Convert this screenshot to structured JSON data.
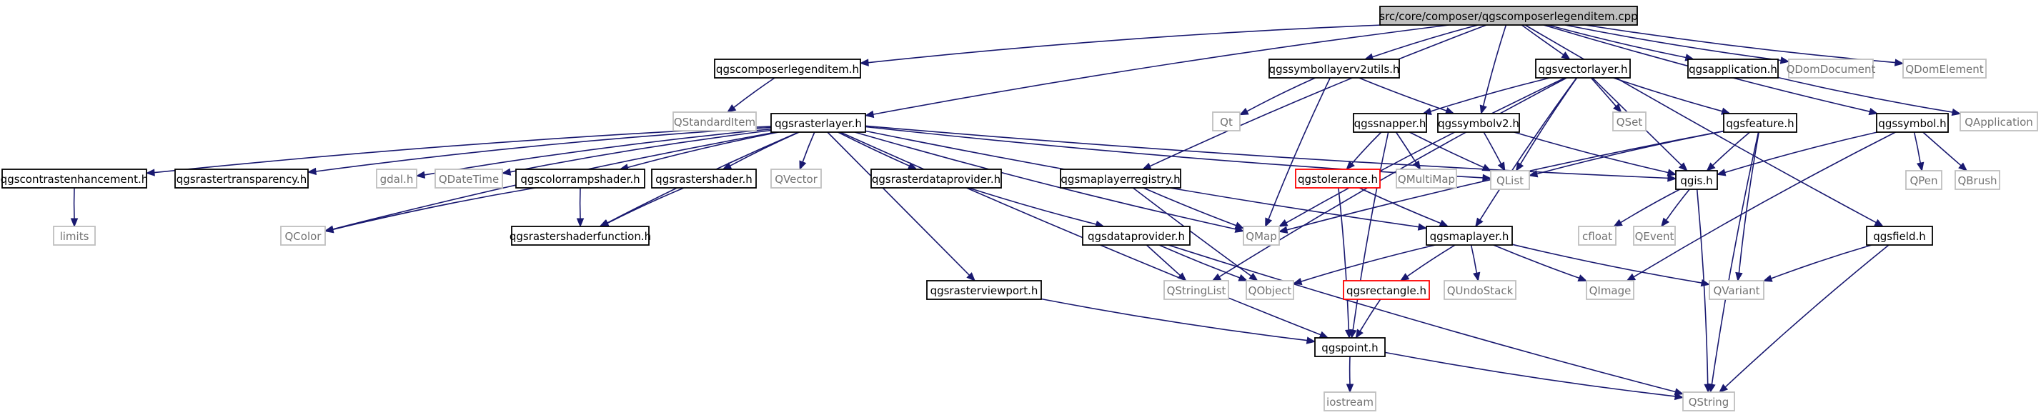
{
  "colors": {
    "edge": "#191970",
    "file_border": "#000000",
    "external_border": "#bfbfbf",
    "external_text": "#737373",
    "current_fill": "#bfbfbf",
    "broken_border": "#ff0000"
  },
  "nodes": [
    {
      "id": "root",
      "label": "src/core/composer/qgscomposerlegenditem.cpp",
      "kind": "current"
    },
    {
      "id": "qgscomposerlegenditem_h",
      "label": "qgscomposerlegenditem.h",
      "kind": "file"
    },
    {
      "id": "qgssymbollayerv2utils_h",
      "label": "qgssymbollayerv2utils.h",
      "kind": "file"
    },
    {
      "id": "qgsvectorlayer_h",
      "label": "qgsvectorlayer.h",
      "kind": "file"
    },
    {
      "id": "qgsapplication_h",
      "label": "qgsapplication.h",
      "kind": "file"
    },
    {
      "id": "QDomDocument",
      "label": "QDomDocument",
      "kind": "external"
    },
    {
      "id": "QDomElement",
      "label": "QDomElement",
      "kind": "external"
    },
    {
      "id": "QStandardItem",
      "label": "QStandardItem",
      "kind": "external"
    },
    {
      "id": "qgsrasterlayer_h",
      "label": "qgsrasterlayer.h",
      "kind": "file"
    },
    {
      "id": "Qt",
      "label": "Qt",
      "kind": "external"
    },
    {
      "id": "qgssnapper_h",
      "label": "qgssnapper.h",
      "kind": "file"
    },
    {
      "id": "qgssymbolv2_h",
      "label": "qgssymbolv2.h",
      "kind": "file"
    },
    {
      "id": "QSet",
      "label": "QSet",
      "kind": "external"
    },
    {
      "id": "qgsfeature_h",
      "label": "qgsfeature.h",
      "kind": "file"
    },
    {
      "id": "qgssymbol_h",
      "label": "qgssymbol.h",
      "kind": "file"
    },
    {
      "id": "QApplication",
      "label": "QApplication",
      "kind": "external"
    },
    {
      "id": "qgscontrastenhancement_h",
      "label": "qgscontrastenhancement.h",
      "kind": "file"
    },
    {
      "id": "qgsrastertransparency_h",
      "label": "qgsrastertransparency.h",
      "kind": "file"
    },
    {
      "id": "gdal_h",
      "label": "gdal.h",
      "kind": "external"
    },
    {
      "id": "QDateTime",
      "label": "QDateTime",
      "kind": "external"
    },
    {
      "id": "qgscolorrampshader_h",
      "label": "qgscolorrampshader.h",
      "kind": "file"
    },
    {
      "id": "qgsrastershader_h",
      "label": "qgsrastershader.h",
      "kind": "file"
    },
    {
      "id": "QVector",
      "label": "QVector",
      "kind": "external"
    },
    {
      "id": "qgsrasterdataprovider_h",
      "label": "qgsrasterdataprovider.h",
      "kind": "file"
    },
    {
      "id": "qgsmaplayerregistry_h",
      "label": "qgsmaplayerregistry.h",
      "kind": "file"
    },
    {
      "id": "qgstolerance_h",
      "label": "qgstolerance.h",
      "kind": "broken"
    },
    {
      "id": "QMultiMap",
      "label": "QMultiMap",
      "kind": "external"
    },
    {
      "id": "QList",
      "label": "QList",
      "kind": "external"
    },
    {
      "id": "qgis_h",
      "label": "qgis.h",
      "kind": "file"
    },
    {
      "id": "QPen",
      "label": "QPen",
      "kind": "external"
    },
    {
      "id": "QBrush",
      "label": "QBrush",
      "kind": "external"
    },
    {
      "id": "limits",
      "label": "limits",
      "kind": "external"
    },
    {
      "id": "QColor",
      "label": "QColor",
      "kind": "external"
    },
    {
      "id": "qgsrastershaderfunction_h",
      "label": "qgsrastershaderfunction.h",
      "kind": "file"
    },
    {
      "id": "QMap",
      "label": "QMap",
      "kind": "external"
    },
    {
      "id": "qgsdataprovider_h",
      "label": "qgsdataprovider.h",
      "kind": "file"
    },
    {
      "id": "qgsmaplayer_h",
      "label": "qgsmaplayer.h",
      "kind": "file"
    },
    {
      "id": "cfloat",
      "label": "cfloat",
      "kind": "external"
    },
    {
      "id": "QEvent",
      "label": "QEvent",
      "kind": "external"
    },
    {
      "id": "qgsfield_h",
      "label": "qgsfield.h",
      "kind": "file"
    },
    {
      "id": "QStringList",
      "label": "QStringList",
      "kind": "external"
    },
    {
      "id": "QObject",
      "label": "QObject",
      "kind": "external"
    },
    {
      "id": "qgsrectangle_h",
      "label": "qgsrectangle.h",
      "kind": "broken"
    },
    {
      "id": "QUndoStack",
      "label": "QUndoStack",
      "kind": "external"
    },
    {
      "id": "QImage",
      "label": "QImage",
      "kind": "external"
    },
    {
      "id": "QVariant",
      "label": "QVariant",
      "kind": "external"
    },
    {
      "id": "qgsrasterviewport_h",
      "label": "qgsrasterviewport.h",
      "kind": "file"
    },
    {
      "id": "qgspoint_h",
      "label": "qgspoint.h",
      "kind": "file"
    },
    {
      "id": "iostream",
      "label": "iostream",
      "kind": "external"
    },
    {
      "id": "QString",
      "label": "QString",
      "kind": "external"
    }
  ],
  "edges": [
    [
      "root",
      "qgscomposerlegenditem_h"
    ],
    [
      "root",
      "qgssymbollayerv2utils_h"
    ],
    [
      "root",
      "qgsvectorlayer_h"
    ],
    [
      "root",
      "qgsapplication_h"
    ],
    [
      "root",
      "QDomDocument"
    ],
    [
      "root",
      "QDomElement"
    ],
    [
      "root",
      "qgsrasterlayer_h"
    ],
    [
      "root",
      "qgsmaplayerregistry_h"
    ],
    [
      "root",
      "qgssymbolv2_h"
    ],
    [
      "root",
      "qgssymbol_h"
    ],
    [
      "root",
      "qgsfield_h"
    ],
    [
      "qgscomposerlegenditem_h",
      "QStandardItem"
    ],
    [
      "qgssymbollayerv2utils_h",
      "Qt"
    ],
    [
      "qgssymbollayerv2utils_h",
      "QMap"
    ],
    [
      "qgssymbollayerv2utils_h",
      "qgssymbolv2_h"
    ],
    [
      "qgsvectorlayer_h",
      "qgssnapper_h"
    ],
    [
      "qgsvectorlayer_h",
      "QSet"
    ],
    [
      "qgsvectorlayer_h",
      "QList"
    ],
    [
      "qgsvectorlayer_h",
      "qgsfeature_h"
    ],
    [
      "qgsvectorlayer_h",
      "qgis_h"
    ],
    [
      "qgsvectorlayer_h",
      "QMap"
    ],
    [
      "qgsvectorlayer_h",
      "QStringList"
    ],
    [
      "qgsvectorlayer_h",
      "qgsmaplayer_h"
    ],
    [
      "qgsapplication_h",
      "QApplication"
    ],
    [
      "qgsrasterlayer_h",
      "qgscontrastenhancement_h"
    ],
    [
      "qgsrasterlayer_h",
      "qgsrastertransparency_h"
    ],
    [
      "qgsrasterlayer_h",
      "gdal_h"
    ],
    [
      "qgsrasterlayer_h",
      "QDateTime"
    ],
    [
      "qgsrasterlayer_h",
      "qgscolorrampshader_h"
    ],
    [
      "qgsrasterlayer_h",
      "qgsrastershader_h"
    ],
    [
      "qgsrasterlayer_h",
      "QVector"
    ],
    [
      "qgsrasterlayer_h",
      "qgsrasterdataprovider_h"
    ],
    [
      "qgsrasterlayer_h",
      "QList"
    ],
    [
      "qgsrasterlayer_h",
      "qgis_h"
    ],
    [
      "qgsrasterlayer_h",
      "QMap"
    ],
    [
      "qgsrasterlayer_h",
      "QColor"
    ],
    [
      "qgsrasterlayer_h",
      "qgsrastershaderfunction_h"
    ],
    [
      "qgsrasterlayer_h",
      "qgsrasterviewport_h"
    ],
    [
      "qgsrasterlayer_h",
      "qgsmaplayer_h"
    ],
    [
      "qgsrasterlayer_h",
      "qgspoint_h"
    ],
    [
      "qgssnapper_h",
      "qgstolerance_h"
    ],
    [
      "qgssnapper_h",
      "QMultiMap"
    ],
    [
      "qgssnapper_h",
      "QList"
    ],
    [
      "qgssnapper_h",
      "qgspoint_h"
    ],
    [
      "qgssymbolv2_h",
      "QList"
    ],
    [
      "qgssymbolv2_h",
      "qgis_h"
    ],
    [
      "qgsfeature_h",
      "QList"
    ],
    [
      "qgsfeature_h",
      "qgis_h"
    ],
    [
      "qgsfeature_h",
      "QMap"
    ],
    [
      "qgsfeature_h",
      "QVariant"
    ],
    [
      "qgsfeature_h",
      "QString"
    ],
    [
      "qgssymbol_h",
      "qgis_h"
    ],
    [
      "qgssymbol_h",
      "QPen"
    ],
    [
      "qgssymbol_h",
      "QBrush"
    ],
    [
      "qgssymbol_h",
      "QImage"
    ],
    [
      "qgscontrastenhancement_h",
      "limits"
    ],
    [
      "qgscolorrampshader_h",
      "QColor"
    ],
    [
      "qgscolorrampshader_h",
      "qgsrastershaderfunction_h"
    ],
    [
      "qgsrastershader_h",
      "qgsrastershaderfunction_h"
    ],
    [
      "qgsrasterdataprovider_h",
      "qgsdataprovider_h"
    ],
    [
      "qgsmaplayerregistry_h",
      "QMap"
    ],
    [
      "qgsmaplayerregistry_h",
      "QObject"
    ],
    [
      "qgstolerance_h",
      "qgsmaplayer_h"
    ],
    [
      "qgstolerance_h",
      "qgspoint_h"
    ],
    [
      "qgis_h",
      "cfloat"
    ],
    [
      "qgis_h",
      "QEvent"
    ],
    [
      "qgis_h",
      "QString"
    ],
    [
      "qgsdataprovider_h",
      "QStringList"
    ],
    [
      "qgsdataprovider_h",
      "QObject"
    ],
    [
      "qgsdataprovider_h",
      "QString"
    ],
    [
      "qgsmaplayer_h",
      "QObject"
    ],
    [
      "qgsmaplayer_h",
      "qgsrectangle_h"
    ],
    [
      "qgsmaplayer_h",
      "QUndoStack"
    ],
    [
      "qgsmaplayer_h",
      "QImage"
    ],
    [
      "qgsmaplayer_h",
      "QVariant"
    ],
    [
      "qgsrectangle_h",
      "qgspoint_h"
    ],
    [
      "qgsfield_h",
      "QVariant"
    ],
    [
      "qgsfield_h",
      "QString"
    ],
    [
      "qgsrasterviewport_h",
      "qgspoint_h"
    ],
    [
      "qgspoint_h",
      "iostream"
    ],
    [
      "qgspoint_h",
      "QString"
    ]
  ]
}
